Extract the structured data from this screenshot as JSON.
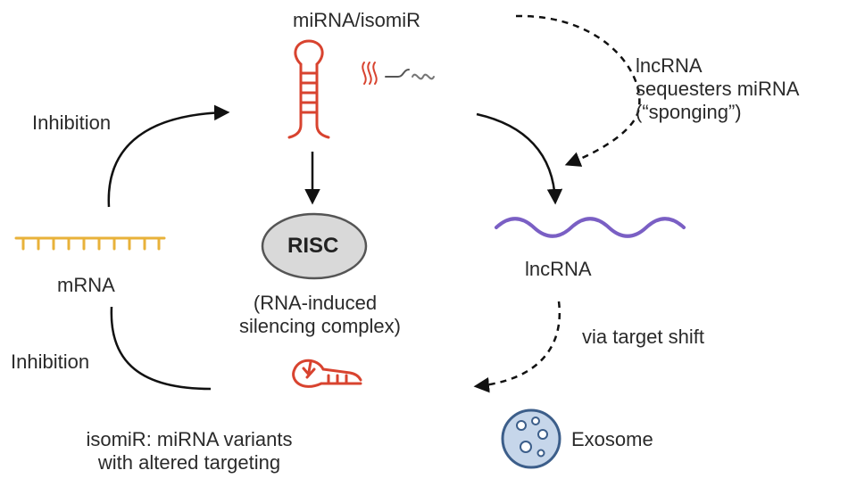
{
  "labels": {
    "mirna": "miRNA/isomiR",
    "lncrna_sequesters": [
      "lncRNA",
      "sequesters miRNA",
      "(“sponging”)"
    ],
    "inhibition_top": "Inhibition",
    "inhibition_bottom": "Inhibition",
    "mrna": "mRNA",
    "risc": "RISC",
    "risc_desc": [
      "(RNA-induced",
      "silencing complex)"
    ],
    "lncrna": "lncRNA",
    "via_target_shift": "via target shift",
    "isomir_desc": [
      "isomiR: miRNA variants",
      "with altered targeting"
    ],
    "exosome": "Exosome"
  },
  "colors": {
    "mirna": "#d8432f",
    "mrna": "#e8b23a",
    "lncrna": "#7a5fc4",
    "risc_fill": "#d9d9d9",
    "risc_stroke": "#555555",
    "exosome_fill": "#c6d6ea",
    "exosome_stroke": "#3c5e8a",
    "arrow": "#111111"
  }
}
